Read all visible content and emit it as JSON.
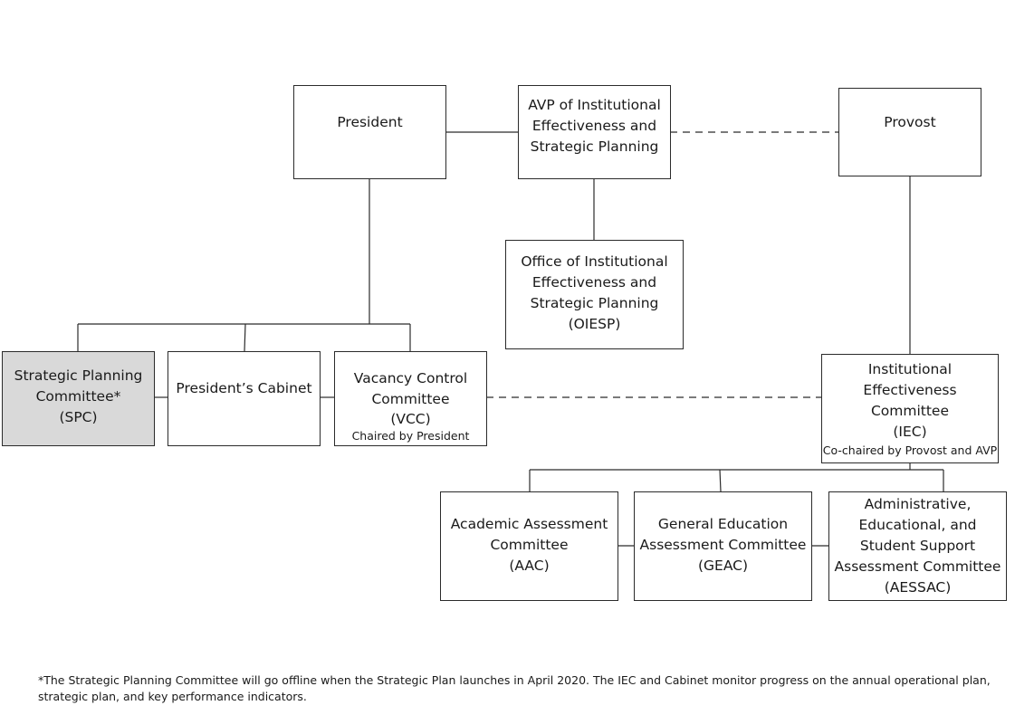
{
  "boxes": {
    "president": {
      "lines": [
        "President"
      ]
    },
    "avp": {
      "lines": [
        "AVP of Institutional",
        "Effectiveness and",
        "Strategic Planning"
      ]
    },
    "provost": {
      "lines": [
        "Provost"
      ]
    },
    "oiesp": {
      "lines": [
        "Office of Institutional",
        "Effectiveness and",
        "Strategic Planning",
        "(OIESP)"
      ]
    },
    "spc": {
      "lines": [
        "Strategic Planning",
        "Committee*",
        "(SPC)"
      ],
      "fill": "#d9d9d9"
    },
    "cabinet": {
      "lines": [
        "President’s Cabinet"
      ]
    },
    "vcc": {
      "lines": [
        "Vacancy Control",
        "Committee",
        "(VCC)"
      ],
      "note": "Chaired by President"
    },
    "iec": {
      "lines": [
        "Institutional",
        "Effectiveness",
        "Committee",
        "(IEC)"
      ],
      "note": "Co-chaired by Provost and AVP"
    },
    "aac": {
      "lines": [
        "Academic Assessment",
        "Committee",
        "(AAC)"
      ]
    },
    "geac": {
      "lines": [
        "General Education",
        "Assessment Committee",
        "(GEAC)"
      ]
    },
    "aessac": {
      "lines": [
        "Administrative,",
        "Educational, and",
        "Student Support",
        "Assessment Committee",
        "(AESSAC)"
      ]
    }
  },
  "footnote": "*The Strategic Planning Committee will go offline when the Strategic Plan launches in April 2020. The IEC and Cabinet monitor progress on the annual operational plan, strategic plan, and key performance indicators.",
  "colors": {
    "line": "#2b2b2b",
    "shaded_box": "#d9d9d9"
  }
}
